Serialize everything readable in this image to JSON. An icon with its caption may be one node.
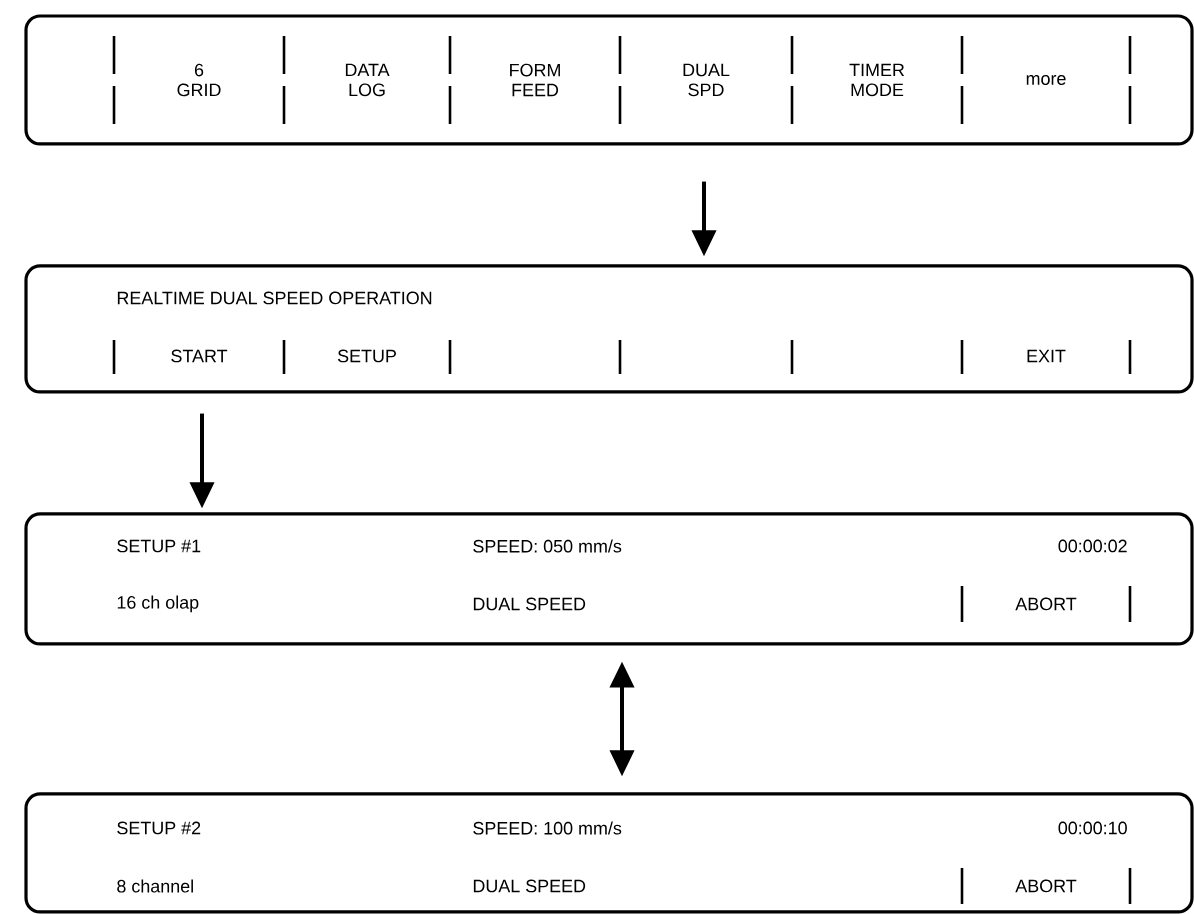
{
  "diagram": {
    "nodes": [
      {
        "text": [
          "6 GRID",
          "DATA LOG",
          "FORM FEED",
          "DUAL SPD",
          "TIMER MODE",
          "more"
        ]
      },
      {
        "text": [
          "REALTIME DUAL SPEED OPERATION",
          "START",
          "SETUP",
          "EXIT"
        ]
      },
      {
        "text": [
          "SETUP #1",
          "SPEED: 050 mm/s",
          "00:00:02",
          "16 ch olap",
          "DUAL SPEED",
          "ABORT"
        ]
      },
      {
        "text": [
          "SETUP #2",
          "SPEED: 100 mm/s",
          "00:00:10",
          "8 channel",
          "DUAL SPEED",
          "ABORT"
        ]
      }
    ],
    "edges": [
      {
        "from": 0,
        "to": 1,
        "arrow": "to"
      },
      {
        "from": 1,
        "to": 2,
        "arrow": "to"
      },
      {
        "from": 2,
        "to": 3,
        "arrow": "both"
      }
    ]
  }
}
